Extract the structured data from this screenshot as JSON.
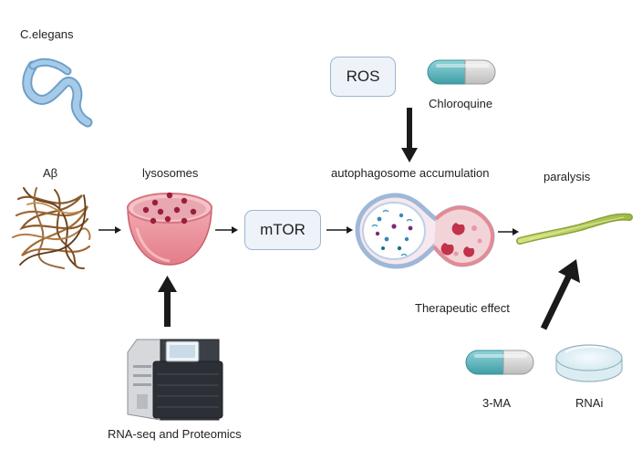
{
  "labels": {
    "celegans": "C.elegans",
    "abeta": "Aβ",
    "lysosomes": "lysosomes",
    "autophagosome": "autophagosome accumulation",
    "paralysis": "paralysis",
    "chloroquine": "Chloroquine",
    "therapeutic": "Therapeutic effect",
    "threema": "3-MA",
    "rnai": "RNAi",
    "rnaseq": "RNA-seq and Proteomics"
  },
  "boxes": {
    "ros": "ROS",
    "mtor": "mTOR"
  },
  "colors": {
    "box_fill": "#eef3fa",
    "box_border": "#9db4cf",
    "arrow": "#1a1a1a",
    "worm_blue": "#8fb7d9",
    "worm_green": "#b9cf5a",
    "lysosome": "#e88a95",
    "capsule_teal": "#5fb7bf"
  },
  "icons": [
    "worm-icon",
    "amyloid-fibril-icon",
    "lysosome-icon",
    "autophagosome-icon",
    "capsule-icon",
    "petri-dish-icon",
    "sequencer-icon",
    "paralyzed-worm-icon"
  ]
}
